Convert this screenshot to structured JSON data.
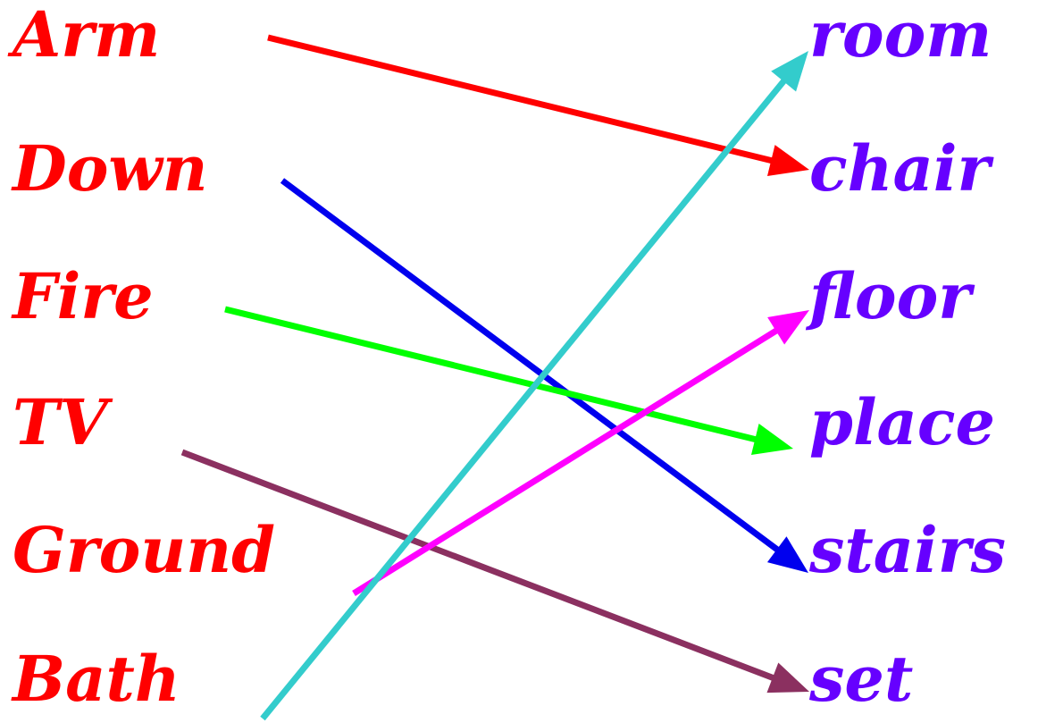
{
  "left_words": [
    "Arm",
    "Down",
    "Fire",
    "TV",
    "Ground",
    "Bath"
  ],
  "right_words": [
    "room",
    "chair",
    "floor",
    "place",
    "stairs",
    "set"
  ],
  "colors": {
    "left_text": "#ff0000",
    "right_text": "#6600ff"
  },
  "arrows": [
    {
      "from": "Arm",
      "to": "chair",
      "color": "#ff0000"
    },
    {
      "from": "Down",
      "to": "stairs",
      "color": "#0000ee"
    },
    {
      "from": "Fire",
      "to": "place",
      "color": "#00ff00"
    },
    {
      "from": "TV",
      "to": "set",
      "color": "#8b3060"
    },
    {
      "from": "Ground",
      "to": "floor",
      "color": "#ff00ff"
    },
    {
      "from": "Bath",
      "to": "room",
      "color": "#33cccc"
    }
  ]
}
